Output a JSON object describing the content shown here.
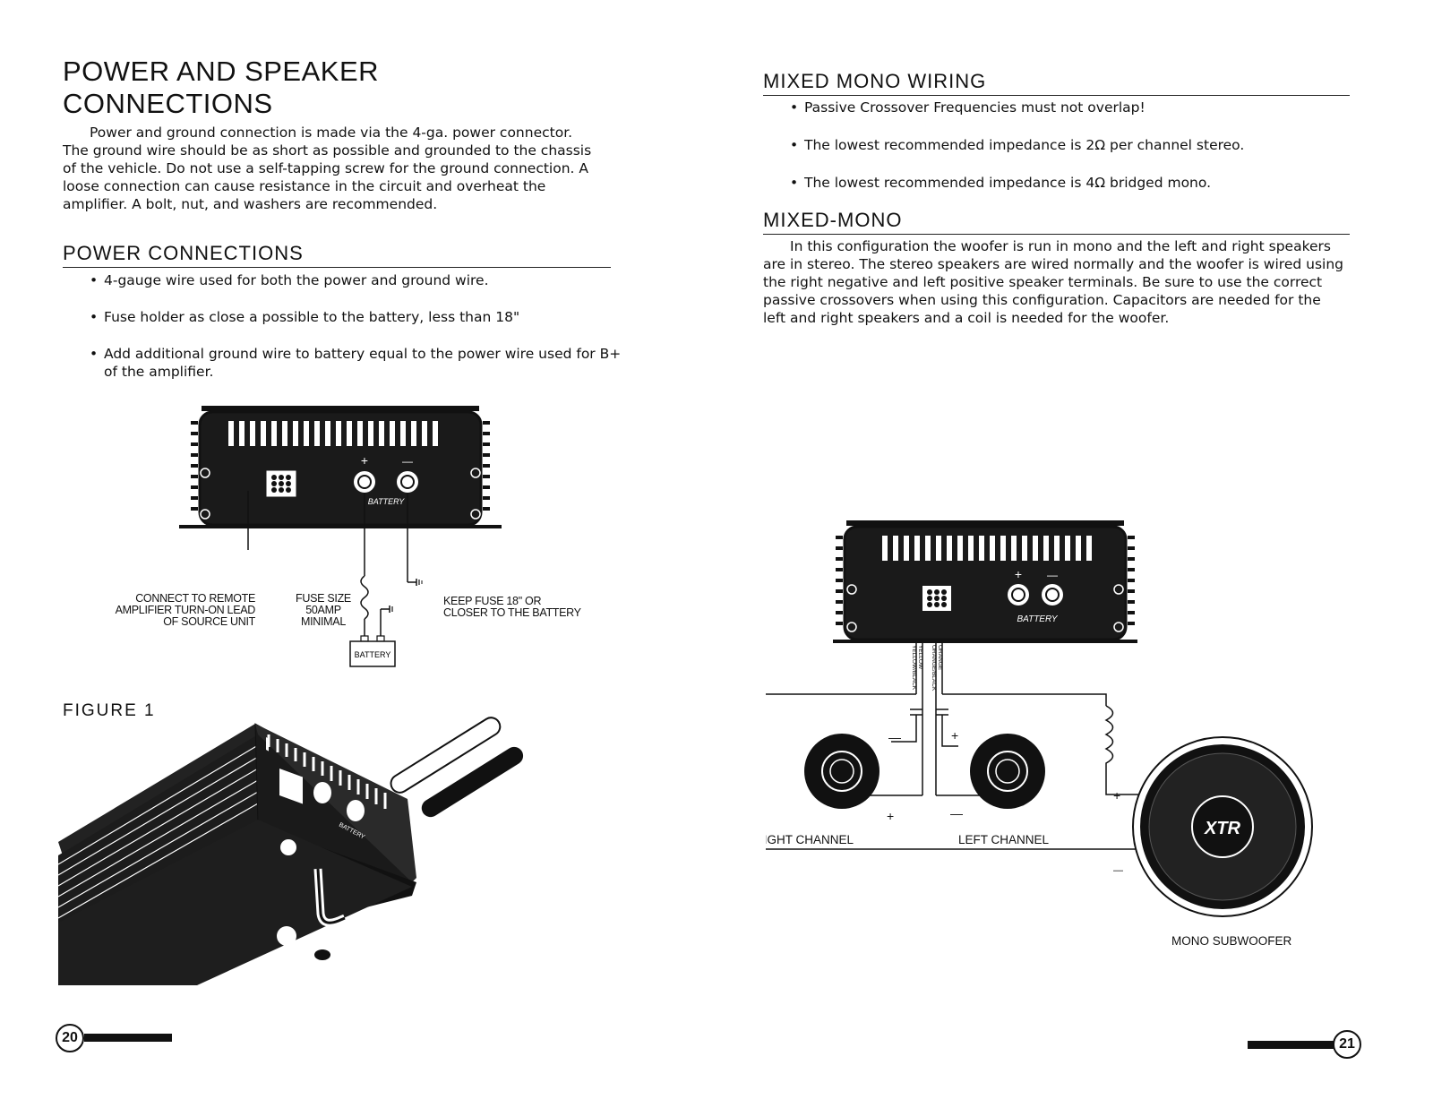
{
  "left": {
    "title_line1": "POWER AND SPEAKER",
    "title_line2": "CONNECTIONS",
    "intro": "Power and ground connection is made via the 4-ga. power connector. The ground wire should be as short as possible and grounded to the chassis of the vehicle. Do not use a self-tapping screw for the ground connection. A loose connection can cause resistance in the circuit and overheat the amplifier. A bolt, nut, and washers are recommended.",
    "power_heading": "POWER CONNECTIONS",
    "power_bullets": [
      "4-gauge wire used for both the power and ground wire.",
      "Fuse holder as close a possible to the battery, less than 18\"",
      "Add additional ground wire to battery equal to the power wire used for B+ of the amplifier."
    ],
    "diagram": {
      "plus": "+",
      "minus": "—",
      "battery_terminal": "BATTERY",
      "remote_label": [
        "CONNECT TO REMOTE",
        "AMPLIFIER TURN-ON LEAD",
        "OF SOURCE UNIT"
      ],
      "fuse_label": [
        "FUSE SIZE",
        "50AMP",
        "MINIMAL"
      ],
      "keep_fuse_label": [
        "KEEP FUSE 18\" OR",
        "CLOSER TO THE BATTERY"
      ],
      "battery_box": "BATTERY"
    },
    "figure_label": "FIGURE 1",
    "iso_battery": "BATTERY",
    "page_number": "20"
  },
  "right": {
    "mixed_mono_wiring_heading": "MIXED MONO WIRING",
    "wiring_bullets": [
      "Passive Crossover Frequencies must not overlap!",
      "The lowest recommended impedance is 2Ω per channel stereo.",
      "The lowest recommended impedance is 4Ω bridged mono."
    ],
    "mixed_mono_heading": "MIXED-MONO",
    "mixed_mono_text": "In this configuration the woofer is run in mono and the left and right speakers are in stereo. The stereo speakers are wired normally and the woofer is wired using the right negative and left positive speaker terminals. Be sure to use the correct passive crossovers when using this configuration. Capacitors are needed for the left and right speakers and a coil is needed for the woofer.",
    "diagram": {
      "plus": "+",
      "minus": "—",
      "battery_terminal": "BATTERY",
      "wire_labels": [
        "YELLOW/BLACK",
        "YELLOW",
        "ORANGE/BLACK",
        "ORANGE"
      ],
      "right_channel": "RIGHT CHANNEL",
      "left_channel": "LEFT CHANNEL",
      "mono_subwoofer": "MONO SUBWOOFER",
      "sub_logo": "XTR",
      "minus_right_top": "—",
      "plus_left_top": "+",
      "plus_right_bottom": "+",
      "minus_left_bottom": "—",
      "plus_sub": "+",
      "minus_sub": "—"
    },
    "page_number": "21"
  }
}
